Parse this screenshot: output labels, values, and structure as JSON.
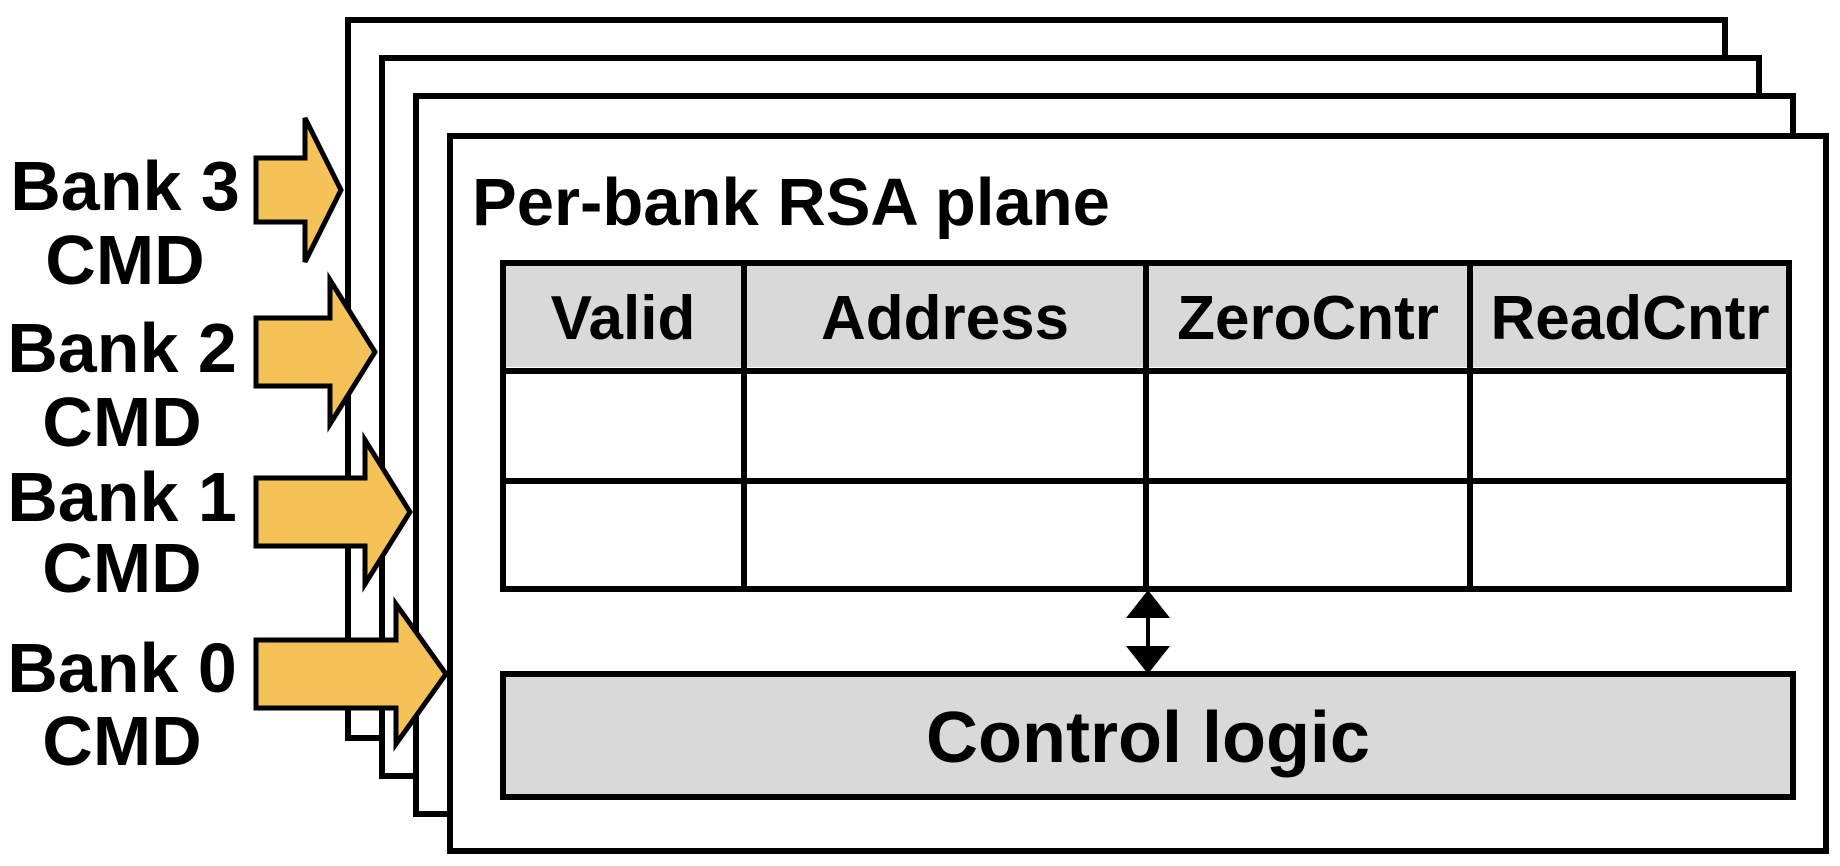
{
  "plane": {
    "title": "Per-bank RSA plane",
    "frame_count": 4
  },
  "commands": [
    {
      "bank": "Bank 0",
      "cmd": "CMD"
    },
    {
      "bank": "Bank 1",
      "cmd": "CMD"
    },
    {
      "bank": "Bank 2",
      "cmd": "CMD"
    },
    {
      "bank": "Bank 3",
      "cmd": "CMD"
    }
  ],
  "table": {
    "columns": [
      "Valid",
      "Address",
      "ZeroCntr",
      "ReadCntr"
    ],
    "empty_rows": 2
  },
  "control": {
    "label": "Control logic"
  },
  "colors": {
    "arrow_fill": "#F5C258",
    "header_fill": "#D9D9D9",
    "control_fill": "#D9D9D9",
    "stroke": "#000000",
    "background": "#FFFFFF"
  },
  "icons": {
    "command_arrow": "arrow-right-icon",
    "table_control_link": "double-arrow-vertical-icon"
  }
}
